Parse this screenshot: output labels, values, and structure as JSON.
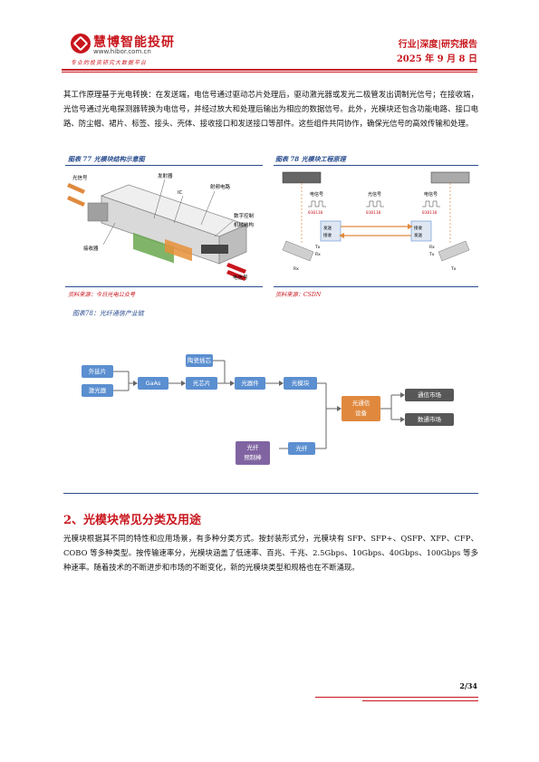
{
  "header": {
    "logo_name": "慧博智能投研",
    "logo_url": "www.hibor.com.cn",
    "logo_slogan": "专业的投资研究大数据平台",
    "category": "行业|深度|研究报告",
    "date": "2025 年 9 月 8 日"
  },
  "body": {
    "intro_paragraph": "其工作原理基于光电转换：在发送端，电信号通过驱动芯片处理后，驱动激光器或发光二极管发出调制光信号；在接收端，光信号通过光电探测器转换为电信号，并经过放大和处理后输出为相应的数据信号。此外，光模块还包含功能电路、接口电路、防尘帽、裙片、标签、接头、壳体、接收接口和发送接口等部件。这些组件共同协作，确保光信号的高效传输和处理。"
  },
  "figure77": {
    "caption": "图表 77 光模块结构示意图",
    "labels": {
      "optical_signal": "光信号",
      "emitter": "发射器",
      "ic": "IC",
      "rf_circuit": "射频电路",
      "digital_control": "数字控制",
      "mechanical": "机械结构",
      "receiver": "接收器",
      "electrical_signal": "电信号"
    },
    "source": "资料来源：今日光电公众号"
  },
  "figure78": {
    "caption": "图表 78 光模块工程原理",
    "labels": {
      "e_signal_left": "电信号",
      "o_signal": "光信号",
      "e_signal_right": "电信号",
      "bits": "010110",
      "send_recv_left_1": "发送",
      "send_recv_left_2": "接收",
      "send_recv_right_1": "接收",
      "send_recv_right_2": "发送",
      "tx": "Tx",
      "rx": "Rx"
    },
    "source": "资料来源：CSDN"
  },
  "figure_chain": {
    "caption": "图表78：光纤通信产业链",
    "nodes": {
      "epitaxy": "外延片",
      "laser": "激光器",
      "gaas": "GaAs",
      "ceramic": "陶瓷插芯",
      "chip": "光芯片",
      "device": "光器件",
      "module": "光模块",
      "equipment_1": "光通信",
      "equipment_2": "设备",
      "telecom": "通信市场",
      "datacom": "数通市场",
      "preform_1": "光纤",
      "preform_2": "预制棒",
      "fiber": "光纤"
    }
  },
  "section2": {
    "title": "2、光模块常见分类及用途",
    "paragraph": "光模块根据其不同的特性和应用场景，有多种分类方式。按封装形式分，光模块有 SFP、SFP+、QSFP、XFP、CFP、COBO 等多种类型。按传输速率分，光模块涵盖了低速率、百兆、千兆、2.5Gbps、10Gbps、40Gbps、100Gbps 等多种速率。随着技术的不断进步和市场的不断变化，新的光模块类型和规格也在不断涌现。"
  },
  "footer": {
    "page": "2/34"
  },
  "colors": {
    "brand_red": "#c8161d",
    "caption_blue": "#2a4d8f",
    "box_blue": "#5b8fd0",
    "box_purple": "#8064a2",
    "box_orange": "#e0893e"
  }
}
